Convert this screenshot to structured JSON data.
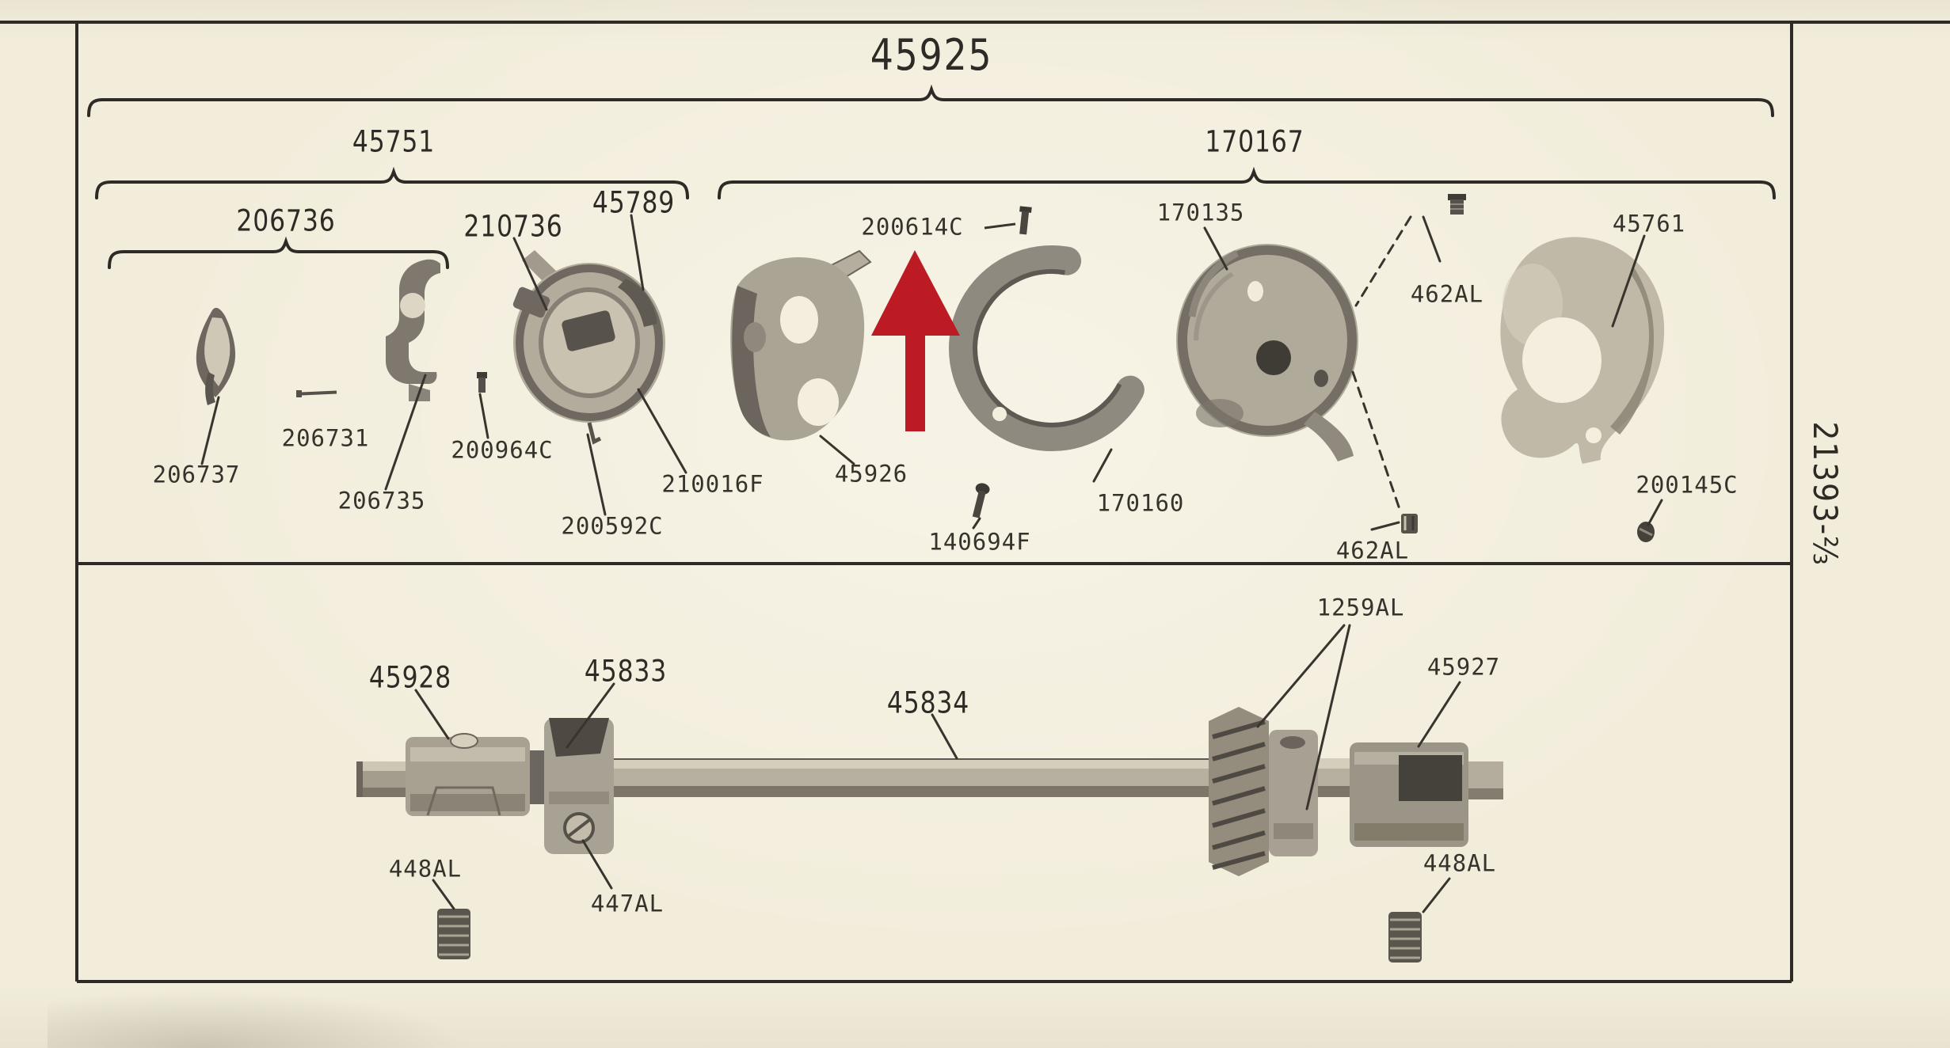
{
  "sheet": {
    "number": "21393-⅔"
  },
  "brackets": {
    "main": "45925",
    "left_group": "45751",
    "right_group": "170167",
    "sub_group": "206736"
  },
  "upper_parts": {
    "p206737": "206737",
    "p206731": "206731",
    "p206735": "206735",
    "p200964c": "200964C",
    "p210736": "210736",
    "p45789": "45789",
    "p210016f": "210016F",
    "p200592c": "200592C",
    "p45926": "45926",
    "p200614c": "200614C",
    "p140694f": "140694F",
    "p170160": "170160",
    "p170135": "170135",
    "p462al_top": "462AL",
    "p462al_bottom": "462AL",
    "p45761": "45761",
    "p200145c": "200145C"
  },
  "lower_parts": {
    "p45928": "45928",
    "p45833": "45833",
    "p45834": "45834",
    "p1259al": "1259AL",
    "p45927": "45927",
    "p448al_left": "448AL",
    "p447al": "447AL",
    "p448al_right": "448AL"
  },
  "colors": {
    "paper": "#f2eddb",
    "ink": "#2e2b26",
    "label_ink": "#36322c",
    "arrow_red": "#bc1b23"
  }
}
